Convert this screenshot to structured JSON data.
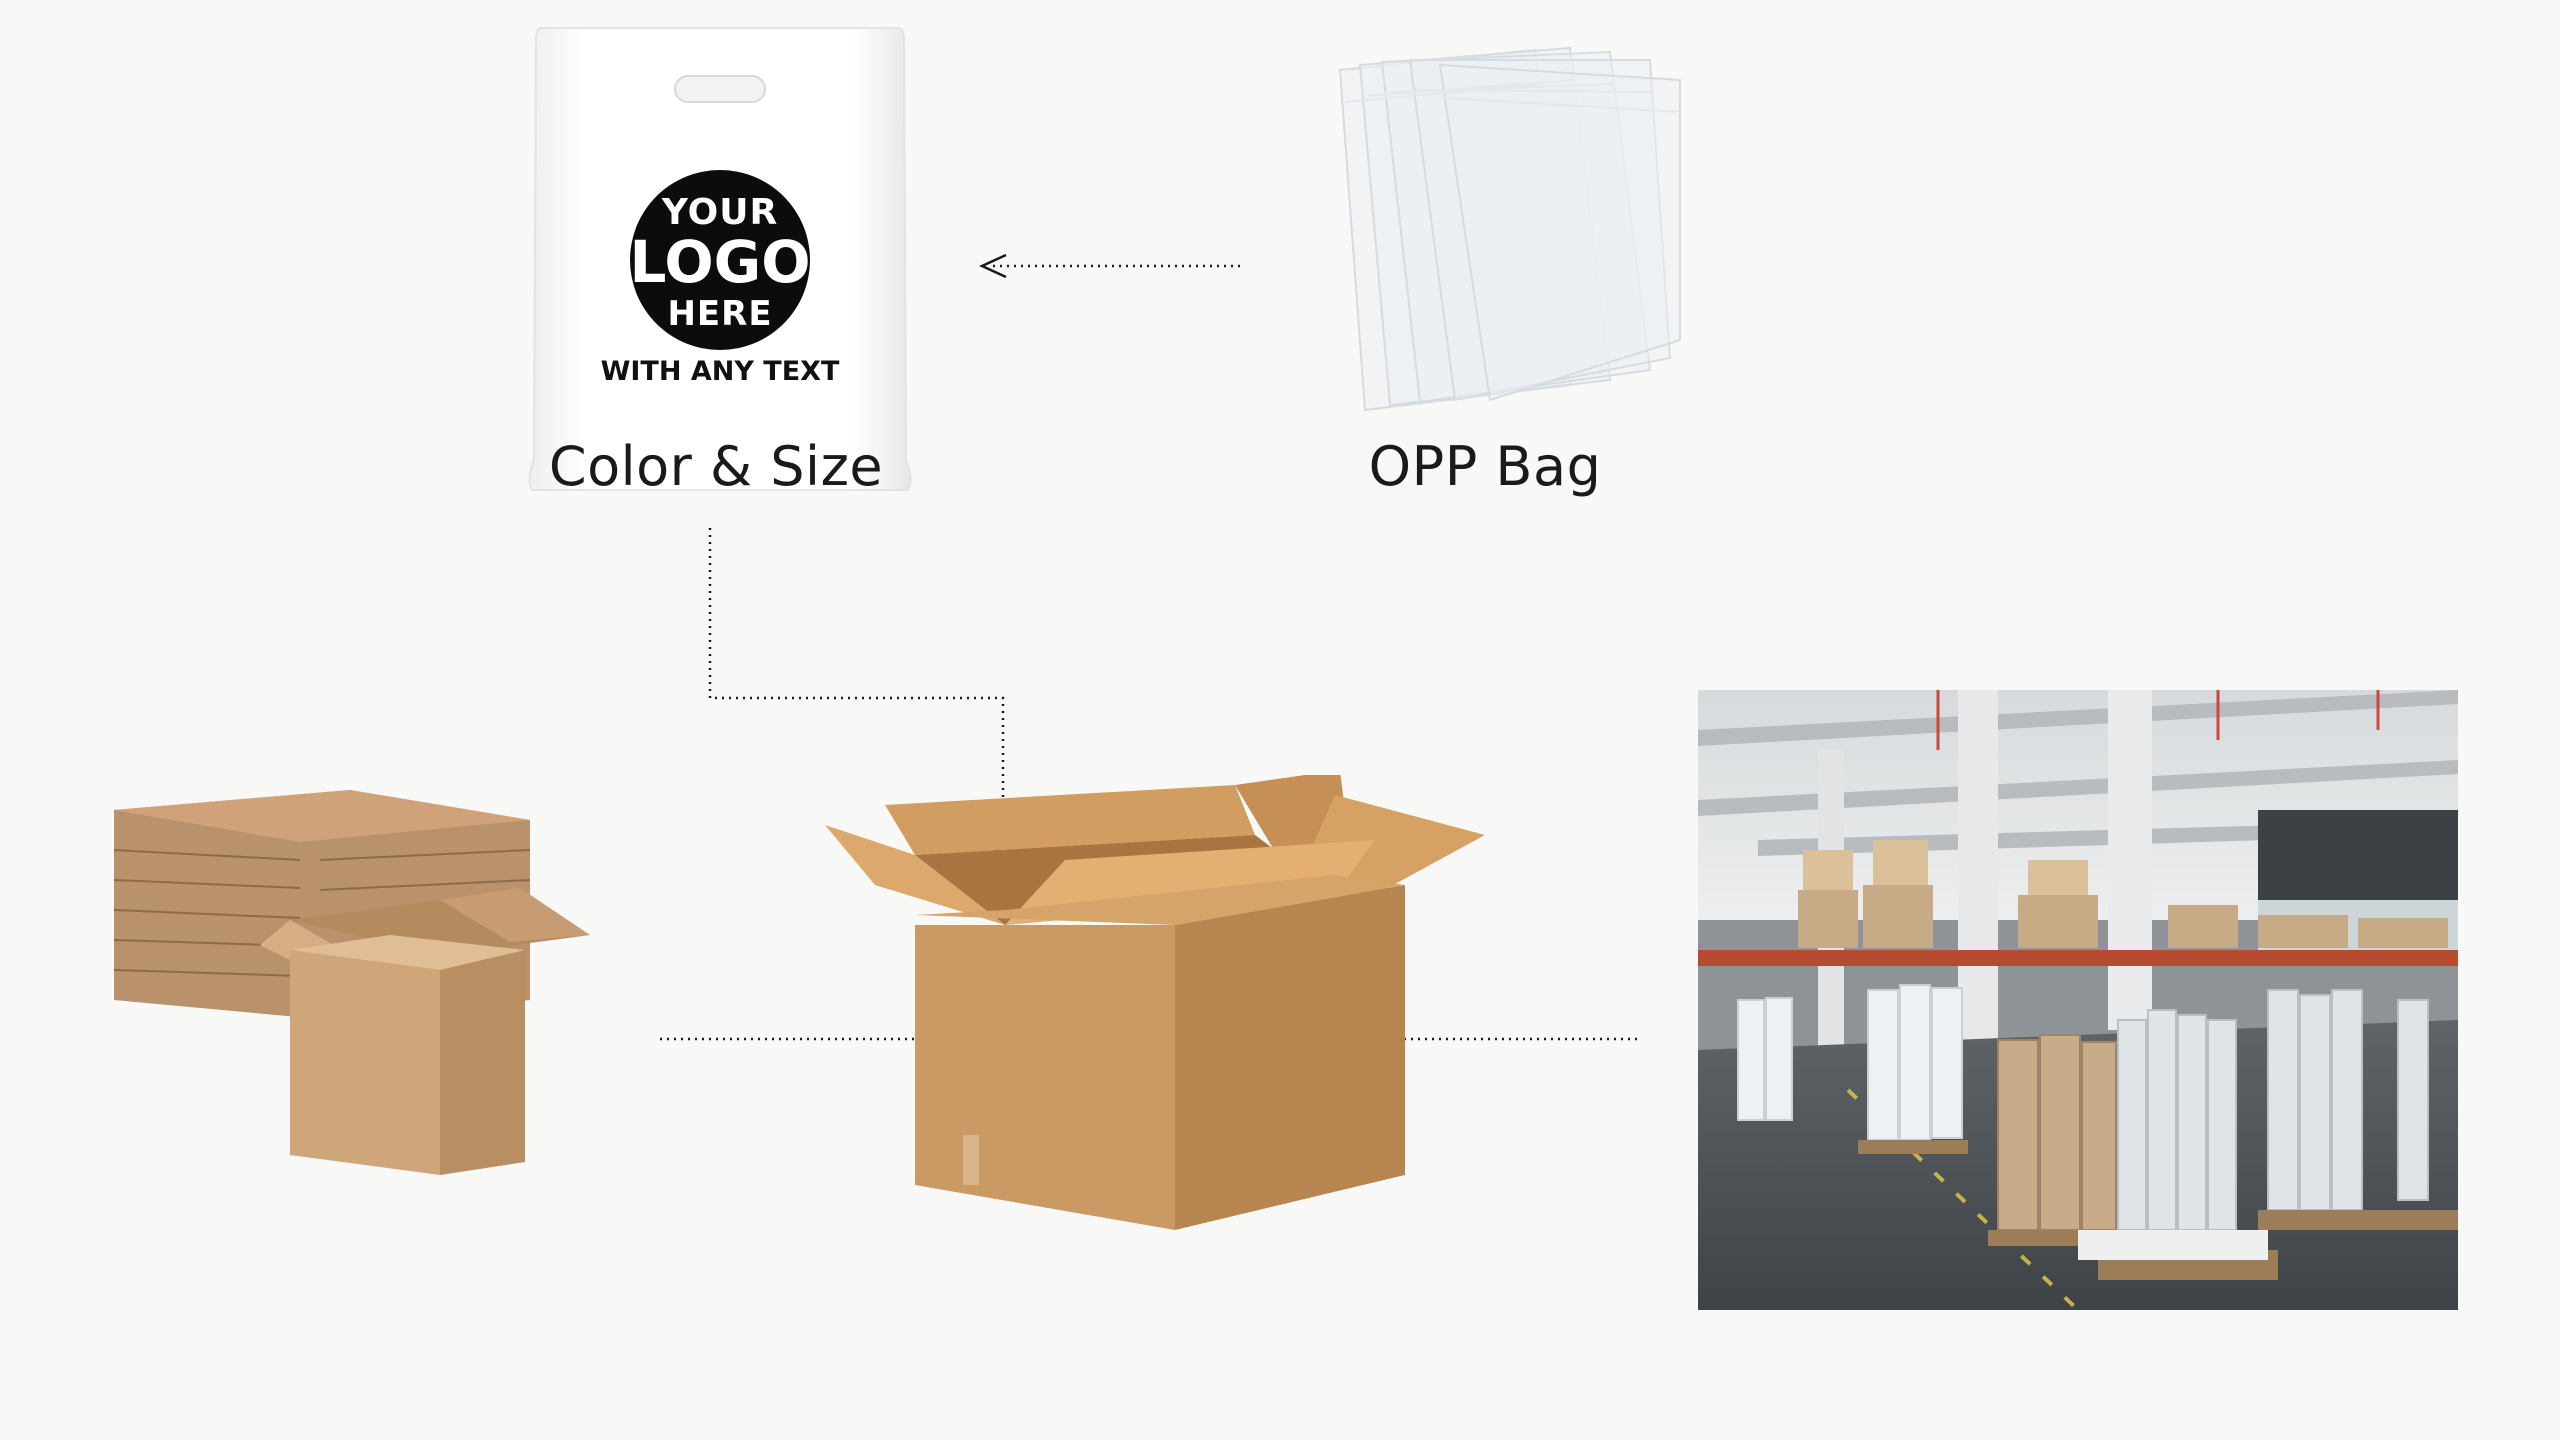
{
  "bag": {
    "logo_line1": "YOUR",
    "logo_line2": "LOGO",
    "logo_line3": "HERE",
    "tagline": "WITH ANY TEXT",
    "caption": "Color & Size"
  },
  "opp": {
    "caption": "OPP Bag"
  },
  "colors": {
    "background": "#f8f8f7",
    "cardboard": "#c99a63",
    "connector": "#1a1a1a"
  },
  "icons": [
    "plastic-bag-icon",
    "opp-bag-icon",
    "flat-boxes-icon",
    "open-box-icon",
    "warehouse-photo"
  ]
}
